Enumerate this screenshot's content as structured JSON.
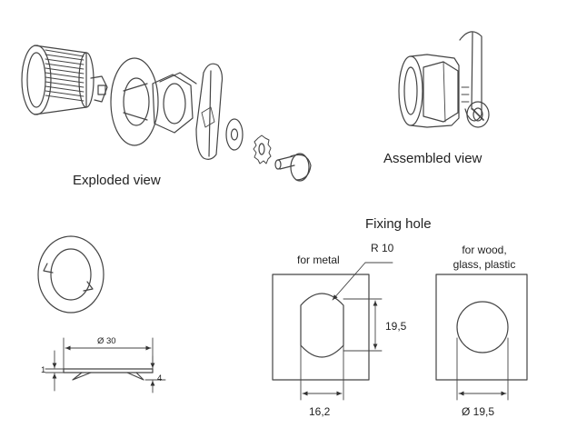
{
  "labels": {
    "exploded_view": "Exploded view",
    "assembled_view": "Assembled view",
    "fixing_hole": "Fixing hole",
    "for_metal": "for metal",
    "for_wood_line1": "for wood,",
    "for_wood_line2": "glass, plastic",
    "radius": "R 10",
    "height_195": "19,5",
    "width_162": "16,2",
    "diameter_195": "Ø 19,5",
    "washer_diameter": "Ø 30",
    "washer_thickness": "1",
    "washer_depth": "4"
  },
  "colors": {
    "line": "#444444",
    "text": "#222222",
    "background": "#ffffff"
  }
}
